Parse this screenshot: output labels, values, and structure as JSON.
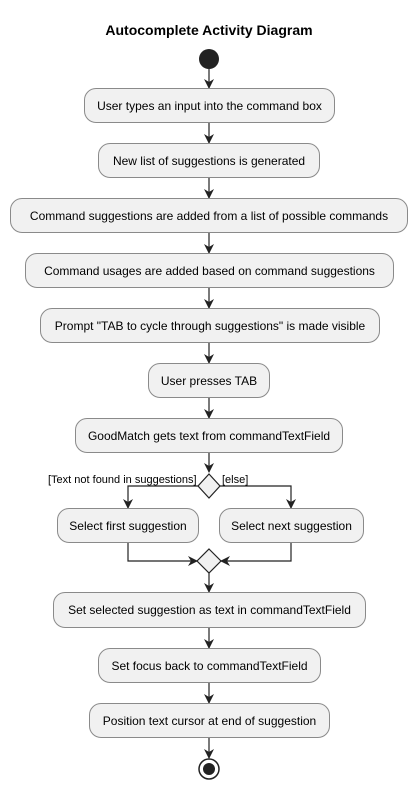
{
  "diagram": {
    "title": "Autocomplete Activity Diagram",
    "activities": [
      "User types an input into the command box",
      "New list of suggestions is generated",
      "Command suggestions are added from a list of possible commands",
      "Command usages are added based on command suggestions",
      "Prompt \"TAB to cycle through suggestions\" is made visible",
      "User presses TAB",
      "GoodMatch gets text from commandTextField"
    ],
    "branch": {
      "guard_left": "[Text not found in suggestions]",
      "guard_right": "[else]",
      "left_activity": "Select first suggestion",
      "right_activity": "Select next suggestion"
    },
    "after_merge": [
      "Set selected suggestion as text in commandTextField",
      "Set focus back to commandTextField",
      "Position text cursor at end of suggestion"
    ]
  }
}
